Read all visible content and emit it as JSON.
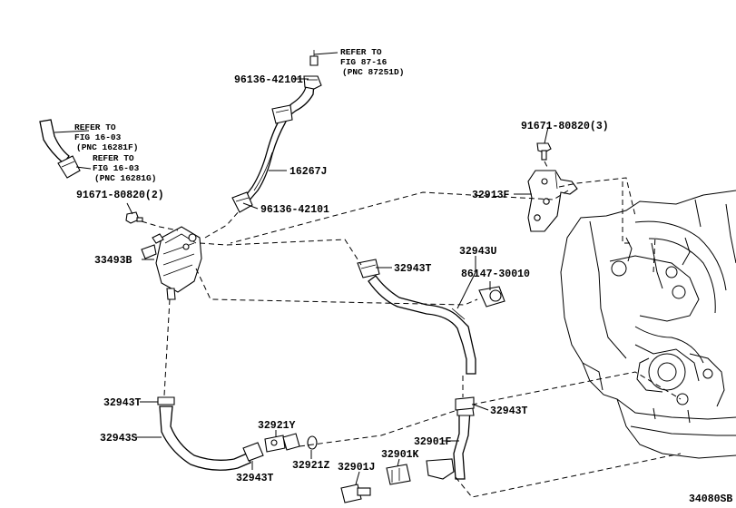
{
  "figure_id": "34080SB",
  "labels": {
    "l96136a": "96136-42101",
    "l16267j": "16267J",
    "l96136b": "96136-42101",
    "l91671a": "91671-80820(2)",
    "l33493b": "33493B",
    "l91671b": "91671-80820(3)",
    "l32913f": "32913F",
    "l32943u": "32943U",
    "l86147": "86147-30010",
    "l32943t_top": "32943T",
    "l32943t_left": "32943T",
    "l32943s": "32943S",
    "l32921y": "32921Y",
    "l32921z": "32921Z",
    "l32943t_bottom": "32943T",
    "l32901j": "32901J",
    "l32901k": "32901K",
    "l32901f": "32901F",
    "l32943t_right": "32943T"
  },
  "refs": {
    "r87": {
      "line1": "REFER TO",
      "line2": "FIG 87-16",
      "line3": "(PNC 87251D)"
    },
    "r16f": {
      "line1": "REFER TO",
      "line2": "FIG 16-03",
      "line3": "(PNC 16281F)"
    },
    "r16g": {
      "line1": "REFER TO",
      "line2": "FIG 16-03",
      "line3": "(PNC 16281G)"
    }
  }
}
